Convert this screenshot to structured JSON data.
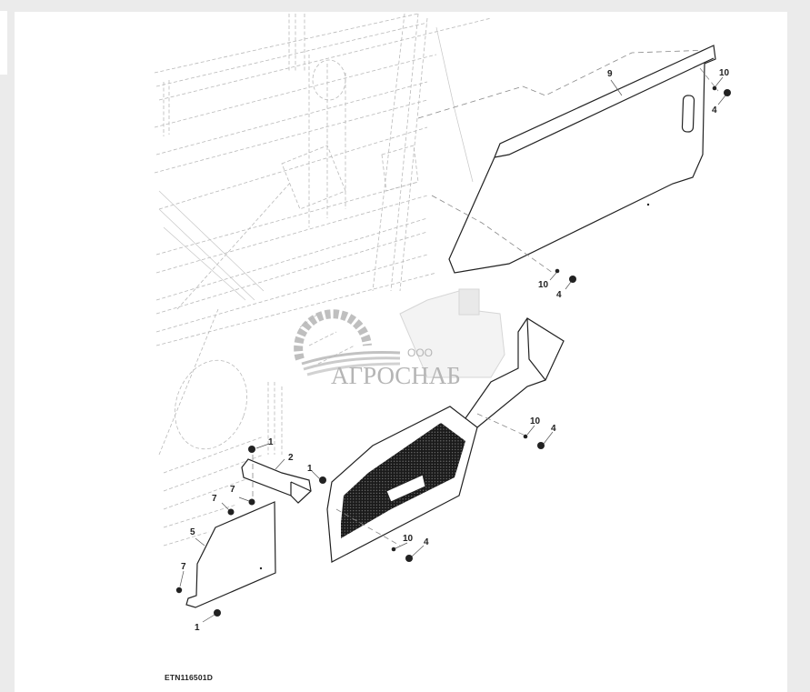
{
  "figure": {
    "id_label": "ETN116501D",
    "watermark": {
      "prefix": "ООО",
      "name": "АГРОСНАБ"
    }
  },
  "callouts": [
    {
      "num": "9",
      "part": "upper side panel"
    },
    {
      "num": "10",
      "part": "washer (upper right)"
    },
    {
      "num": "4",
      "part": "nut (upper right)"
    },
    {
      "num": "10",
      "part": "washer (middle)"
    },
    {
      "num": "4",
      "part": "nut (middle)"
    },
    {
      "num": "10",
      "part": "washer (right of duct)"
    },
    {
      "num": "4",
      "part": "nut (right of duct)"
    },
    {
      "num": "10",
      "part": "washer (bottom of screen)"
    },
    {
      "num": "4",
      "part": "nut (bottom of screen)"
    },
    {
      "num": "1",
      "part": "bolt (top of bracket)"
    },
    {
      "num": "2",
      "part": "bracket"
    },
    {
      "num": "1",
      "part": "bolt (bracket end)"
    },
    {
      "num": "7",
      "part": "nut (upper)"
    },
    {
      "num": "7",
      "part": "nut (lower)"
    },
    {
      "num": "5",
      "part": "lower shield"
    },
    {
      "num": "7",
      "part": "nut (shield left)"
    },
    {
      "num": "1",
      "part": "bolt (shield bottom)"
    }
  ]
}
